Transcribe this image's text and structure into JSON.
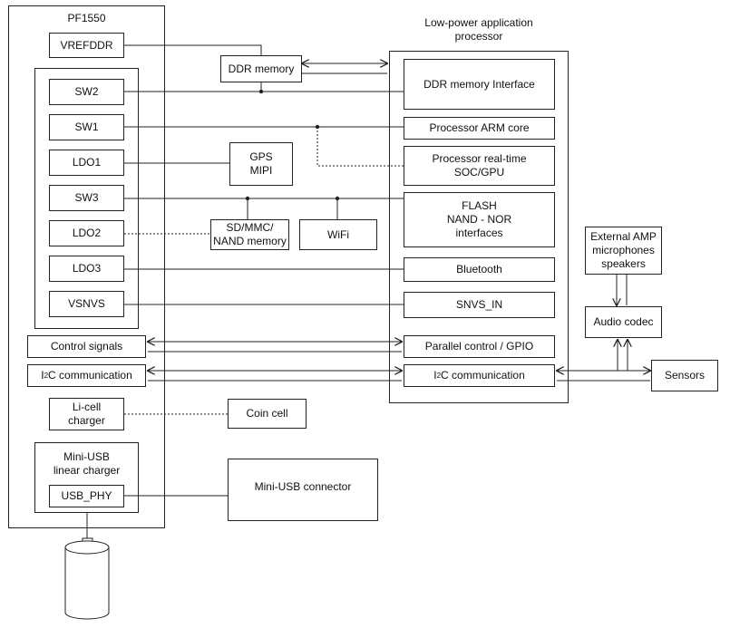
{
  "pmic": {
    "title": "PF1550",
    "vrefddr": "VREFDDR",
    "sw2": "SW2",
    "sw1": "SW1",
    "ldo1": "LDO1",
    "sw3": "SW3",
    "ldo2": "LDO2",
    "ldo3": "LDO3",
    "vsnvs": "VSNVS",
    "control_signals": "Control signals",
    "i2c_prefix": "I",
    "i2c_sup": "2",
    "i2c_suffix": "C communication",
    "licell": "Li-cell\ncharger",
    "usb_charger": "Mini-USB\nlinear charger",
    "usb_phy": "USB_PHY"
  },
  "processor": {
    "title": "Low-power application\nprocessor",
    "ddr_interface": "DDR memory Interface",
    "arm_core": "Processor ARM core",
    "realtime": "Processor real-time\nSOC/GPU",
    "flash": "FLASH\nNAND - NOR\ninterfaces",
    "bluetooth": "Bluetooth",
    "snvs_in": "SNVS_IN",
    "parallel": "Parallel control / GPIO",
    "i2c_prefix": "I",
    "i2c_sup": "2",
    "i2c_suffix": "C communication"
  },
  "peripherals": {
    "ddr_memory": "DDR memory",
    "gps": "GPS\nMIPI",
    "sdmmc": "SD/MMC/\nNAND memory",
    "wifi": "WiFi",
    "coin_cell": "Coin cell",
    "mini_usb_connector": "Mini-USB connector",
    "external_amp": "External AMP\nmicrophones\nspeakers",
    "audio_codec": "Audio codec",
    "sensors": "Sensors"
  }
}
